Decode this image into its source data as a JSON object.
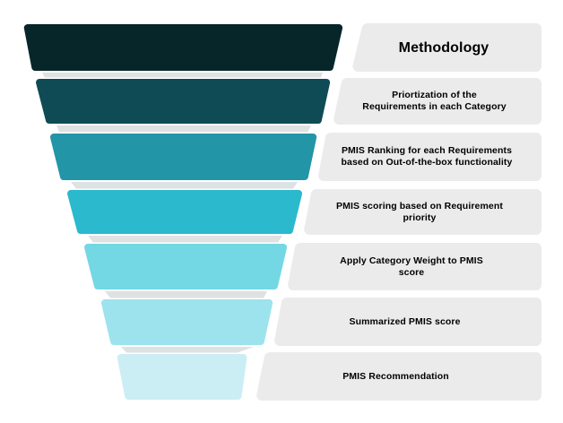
{
  "funnel": {
    "steps": [
      {
        "label": "Methodology",
        "color": "#072629"
      },
      {
        "label": "Priortization of the\nRequirements in each Category",
        "color": "#0f4b55"
      },
      {
        "label": "PMIS Ranking for each Requirements\nbased on Out-of-the-box functionality",
        "color": "#2295a7"
      },
      {
        "label": "PMIS scoring based on Requirement\npriority",
        "color": "#2ab9cd"
      },
      {
        "label": "Apply Category Weight to PMIS\nscore",
        "color": "#74d7e4"
      },
      {
        "label": "Summarized PMIS score",
        "color": "#9de3ed"
      },
      {
        "label": "PMIS Recommendation",
        "color": "#cbeef5"
      }
    ],
    "connector_color": "#dfe2e2",
    "label_box_color": "#ebebeb",
    "label_text_color": "#000000",
    "background_color": "#ffffff"
  }
}
